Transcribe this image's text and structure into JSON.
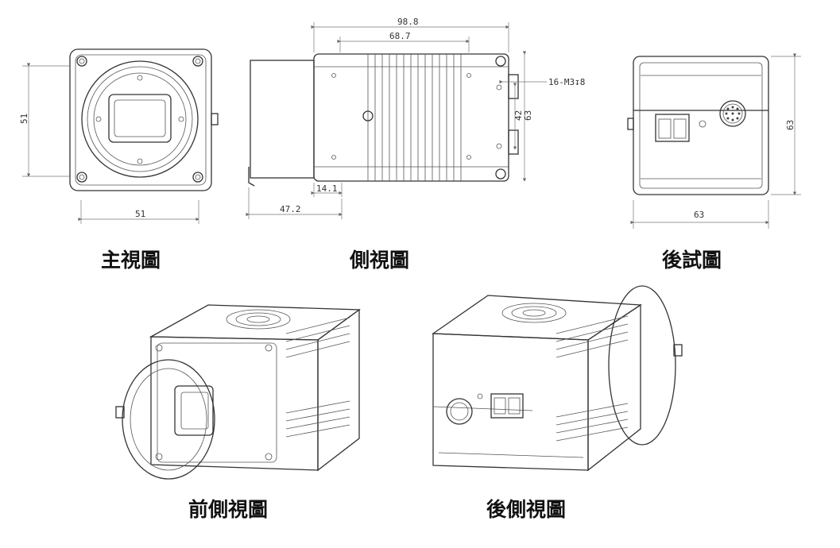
{
  "views": {
    "front": {
      "caption": "主視圖",
      "dim_width": "51",
      "dim_height": "51"
    },
    "side": {
      "caption": "側視圖",
      "dim_total": "98.8",
      "dim_body": "68.7",
      "dim_hole": "16-M3↧8",
      "dim_h_inner": "42",
      "dim_h_outer": "63",
      "dim_mount": "14.1",
      "dim_overall": "47.2"
    },
    "rear": {
      "caption": "後試圖",
      "dim_width": "63",
      "dim_height": "63"
    },
    "front_iso": {
      "caption": "前側視圖"
    },
    "rear_iso": {
      "caption": "後側視圖"
    }
  }
}
